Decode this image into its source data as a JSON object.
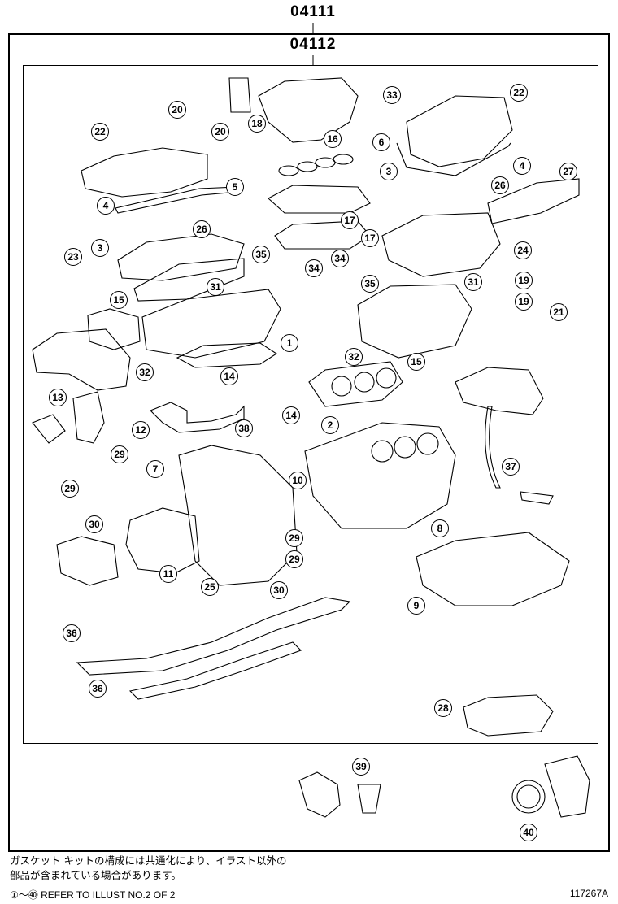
{
  "header": {
    "assembly_code": "04111",
    "kit_code": "04112"
  },
  "callouts": [
    {
      "no": "1"
    },
    {
      "no": "2"
    },
    {
      "no": "3"
    },
    {
      "no": "3"
    },
    {
      "no": "4"
    },
    {
      "no": "4"
    },
    {
      "no": "5"
    },
    {
      "no": "6"
    },
    {
      "no": "7"
    },
    {
      "no": "8"
    },
    {
      "no": "9"
    },
    {
      "no": "10"
    },
    {
      "no": "11"
    },
    {
      "no": "12"
    },
    {
      "no": "13"
    },
    {
      "no": "14"
    },
    {
      "no": "14"
    },
    {
      "no": "15"
    },
    {
      "no": "15"
    },
    {
      "no": "16"
    },
    {
      "no": "17"
    },
    {
      "no": "17"
    },
    {
      "no": "18"
    },
    {
      "no": "19"
    },
    {
      "no": "19"
    },
    {
      "no": "20"
    },
    {
      "no": "20"
    },
    {
      "no": "21"
    },
    {
      "no": "22"
    },
    {
      "no": "22"
    },
    {
      "no": "23"
    },
    {
      "no": "24"
    },
    {
      "no": "25"
    },
    {
      "no": "26"
    },
    {
      "no": "26"
    },
    {
      "no": "27"
    },
    {
      "no": "28"
    },
    {
      "no": "29"
    },
    {
      "no": "29"
    },
    {
      "no": "29"
    },
    {
      "no": "29"
    },
    {
      "no": "30"
    },
    {
      "no": "30"
    },
    {
      "no": "31"
    },
    {
      "no": "31"
    },
    {
      "no": "32"
    },
    {
      "no": "32"
    },
    {
      "no": "33"
    },
    {
      "no": "34"
    },
    {
      "no": "34"
    },
    {
      "no": "35"
    },
    {
      "no": "35"
    },
    {
      "no": "36"
    },
    {
      "no": "36"
    },
    {
      "no": "37"
    },
    {
      "no": "38"
    },
    {
      "no": "39"
    },
    {
      "no": "40"
    }
  ],
  "notes": {
    "line1": "ガスケット キットの構成には共通化により、イラスト以外の",
    "line2": "部品が含まれている場合があります。",
    "refer": "①～㊵ REFER TO ILLUST NO.2 OF 2",
    "illustration_no": "117267A"
  }
}
